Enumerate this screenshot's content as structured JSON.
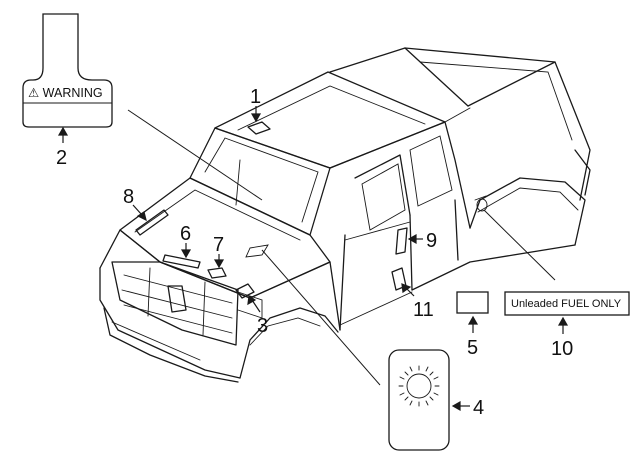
{
  "warning_tag": {
    "text": "⚠ WARNING"
  },
  "fuel_label": {
    "text": "Unleaded FUEL ONLY"
  },
  "callouts": [
    "1",
    "2",
    "3",
    "4",
    "5",
    "6",
    "7",
    "8",
    "9",
    "10",
    "11"
  ]
}
